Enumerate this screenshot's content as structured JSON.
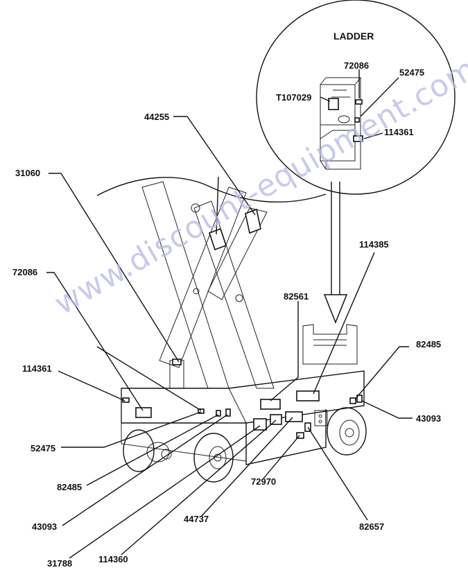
{
  "ladder": {
    "title": "LADDER"
  },
  "labels": {
    "l72086_top": "72086",
    "l52475_top": "52475",
    "lT107029": "T107029",
    "l114361_top": "114361",
    "l44255": "44255",
    "l31060": "31060",
    "l114385": "114385",
    "l72086_left": "72086",
    "l82561": "82561",
    "l82485_right": "82485",
    "l114361_left": "114361",
    "l43093_right": "43093",
    "l52475_left": "52475",
    "l82485_left": "82485",
    "l72970": "72970",
    "l43093_left": "43093",
    "l44737": "44737",
    "l82657": "82657",
    "l31788": "31788",
    "l114360": "114360"
  },
  "watermark": "www.discount-equipment.com"
}
